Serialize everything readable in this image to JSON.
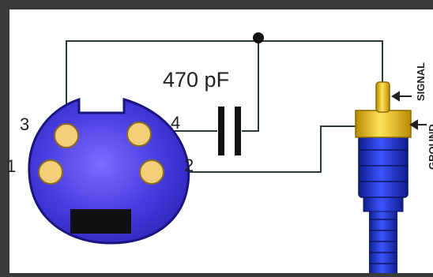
{
  "capacitor": {
    "label": "470 pF"
  },
  "pins": {
    "pin1": "1",
    "pin2": "2",
    "pin3": "3",
    "pin4": "4"
  },
  "rca": {
    "signal_label": "SIGNAL",
    "ground_label": "GROUND"
  },
  "colors": {
    "frame": "#3a3a3a",
    "background": "#ffffff",
    "wire": "#2b3b3b",
    "connector_body": "#3d2fcf",
    "connector_highlight": "#6b5cff",
    "pin_fill": "#f3cf7a",
    "rca_cable": "#1f38c9",
    "rca_sleeve": "#f5c500",
    "rca_tip": "#f5c500"
  }
}
